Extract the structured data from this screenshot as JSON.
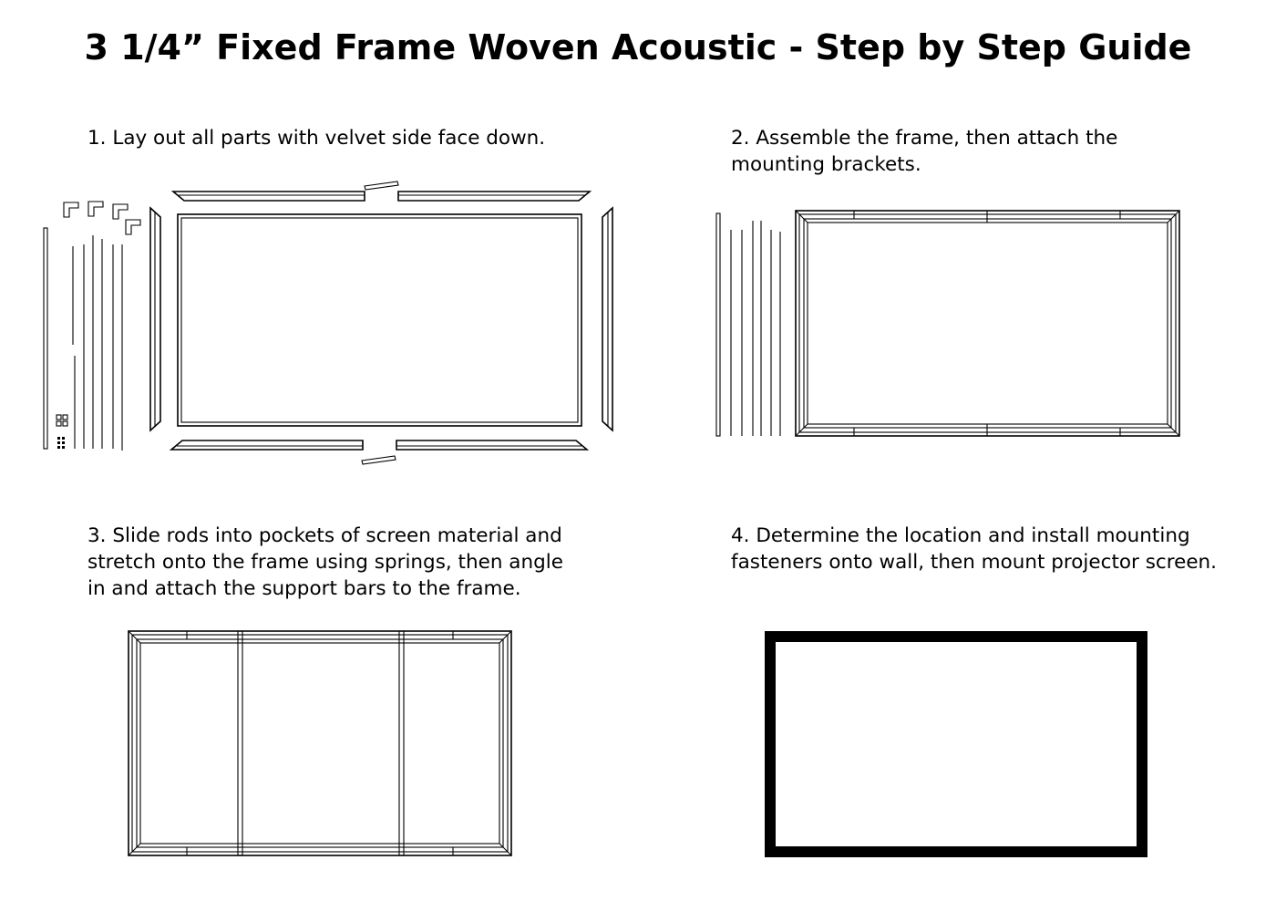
{
  "title": "3 1/4” Fixed Frame Woven Acoustic - Step by Step Guide",
  "steps": [
    {
      "text": "1. Lay out all parts with velvet side face down."
    },
    {
      "text": "2. Assemble the frame, then attach the\nmounting brackets."
    },
    {
      "text": "3. Slide rods into pockets of screen material and\nstretch onto the frame using springs, then angle\nin and attach the support bars to the frame."
    },
    {
      "text": "4. Determine the location and install mounting\nfasteners onto wall, then mount projector screen."
    }
  ],
  "colors": {
    "line": "#000000",
    "background": "#ffffff"
  }
}
